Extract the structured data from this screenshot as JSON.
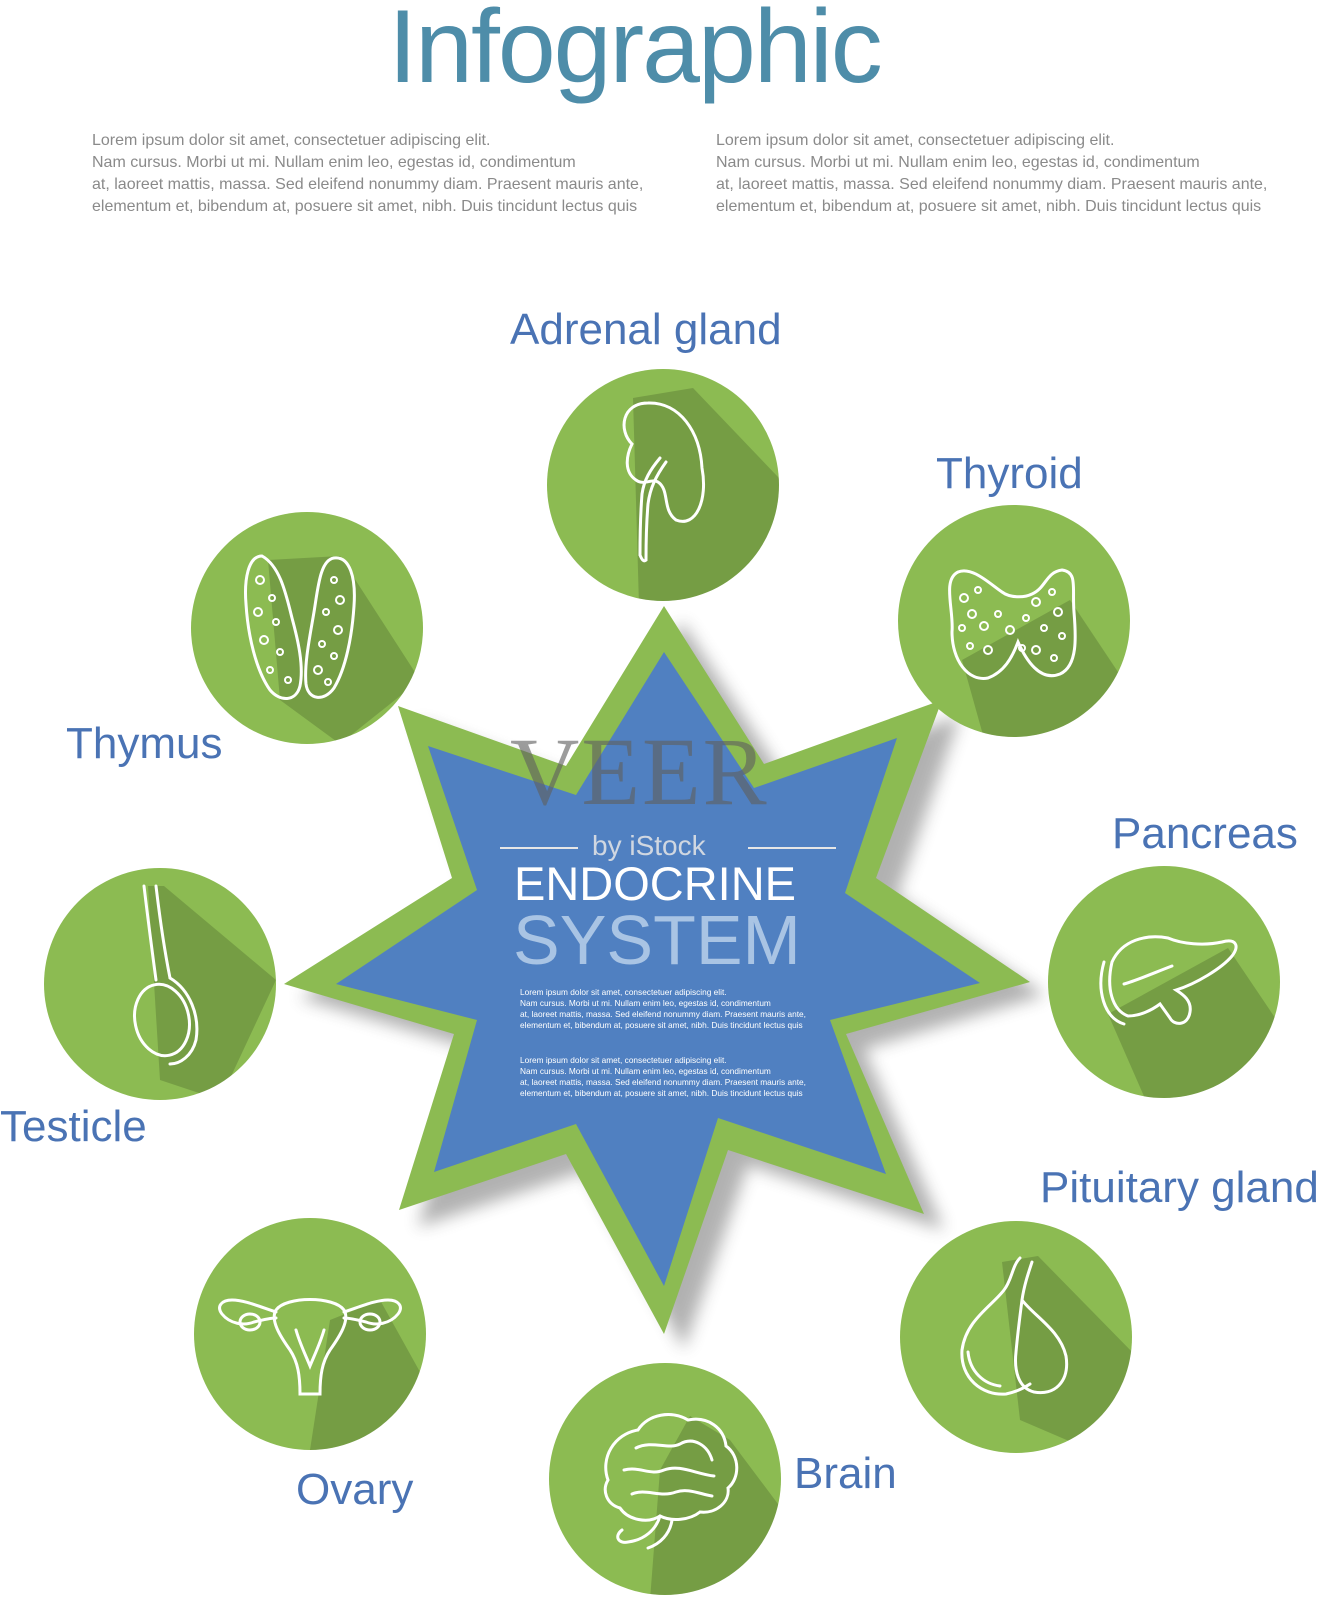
{
  "header": {
    "title": "Infographic",
    "intro_left": [
      "Lorem ipsum dolor sit amet, consectetuer adipiscing elit.",
      "Nam cursus. Morbi ut mi. Nullam enim leo, egestas id, condimentum",
      "at, laoreet mattis, massa. Sed eleifend  nonummy diam. Praesent mauris ante,",
      "elementum et, bibendum at, posuere sit amet, nibh. Duis tincidunt lectus quis"
    ],
    "intro_right": [
      "Lorem ipsum dolor sit amet, consectetuer adipiscing elit.",
      "Nam cursus. Morbi ut mi. Nullam enim leo, egestas id, condimentum",
      "at, laoreet mattis, massa. Sed eleifend  nonummy diam. Praesent mauris ante,",
      "elementum et, bibendum at, posuere sit amet, nibh. Duis tincidunt lectus quis"
    ]
  },
  "center": {
    "title": "ENDOCRINE",
    "subtitle": "SYSTEM",
    "body_1": [
      "Lorem ipsum dolor sit amet, consectetuer adipiscing elit.",
      "Nam cursus. Morbi ut mi. Nullam enim leo, egestas id, condimentum",
      "at, laoreet mattis, massa. Sed eleifend  nonummy diam. Praesent mauris ante,",
      "elementum et, bibendum at, posuere sit amet, nibh. Duis tincidunt lectus quis"
    ],
    "body_2": [
      "Lorem ipsum dolor sit amet, consectetuer adipiscing elit.",
      "Nam cursus. Morbi ut mi. Nullam enim leo, egestas id, condimentum",
      "at, laoreet mattis, massa. Sed eleifend  nonummy diam. Praesent mauris ante,",
      "elementum et, bibendum at, posuere sit amet, nibh. Duis tincidunt lectus quis"
    ]
  },
  "glands": [
    {
      "label": "Adrenal gland",
      "icon": "kidney-icon"
    },
    {
      "label": "Thyroid",
      "icon": "thyroid-icon"
    },
    {
      "label": "Pancreas",
      "icon": "pancreas-icon"
    },
    {
      "label": "Pituitary gland",
      "icon": "pituitary-icon"
    },
    {
      "label": "Brain",
      "icon": "brain-icon"
    },
    {
      "label": "Ovary",
      "icon": "uterus-icon"
    },
    {
      "label": "Testicle",
      "icon": "testicle-icon"
    },
    {
      "label": "Thymus",
      "icon": "thymus-icon"
    }
  ],
  "watermark": {
    "main": "VEER",
    "sub": "by iStock"
  },
  "colors": {
    "title": "#4E8DA9",
    "label": "#4A73B4",
    "circle": "#8CBB52",
    "star_outer": "#8CBB52",
    "star_inner": "#5080C1",
    "subtitle": "#A9C4E4",
    "icon_stroke": "#ffffff"
  }
}
